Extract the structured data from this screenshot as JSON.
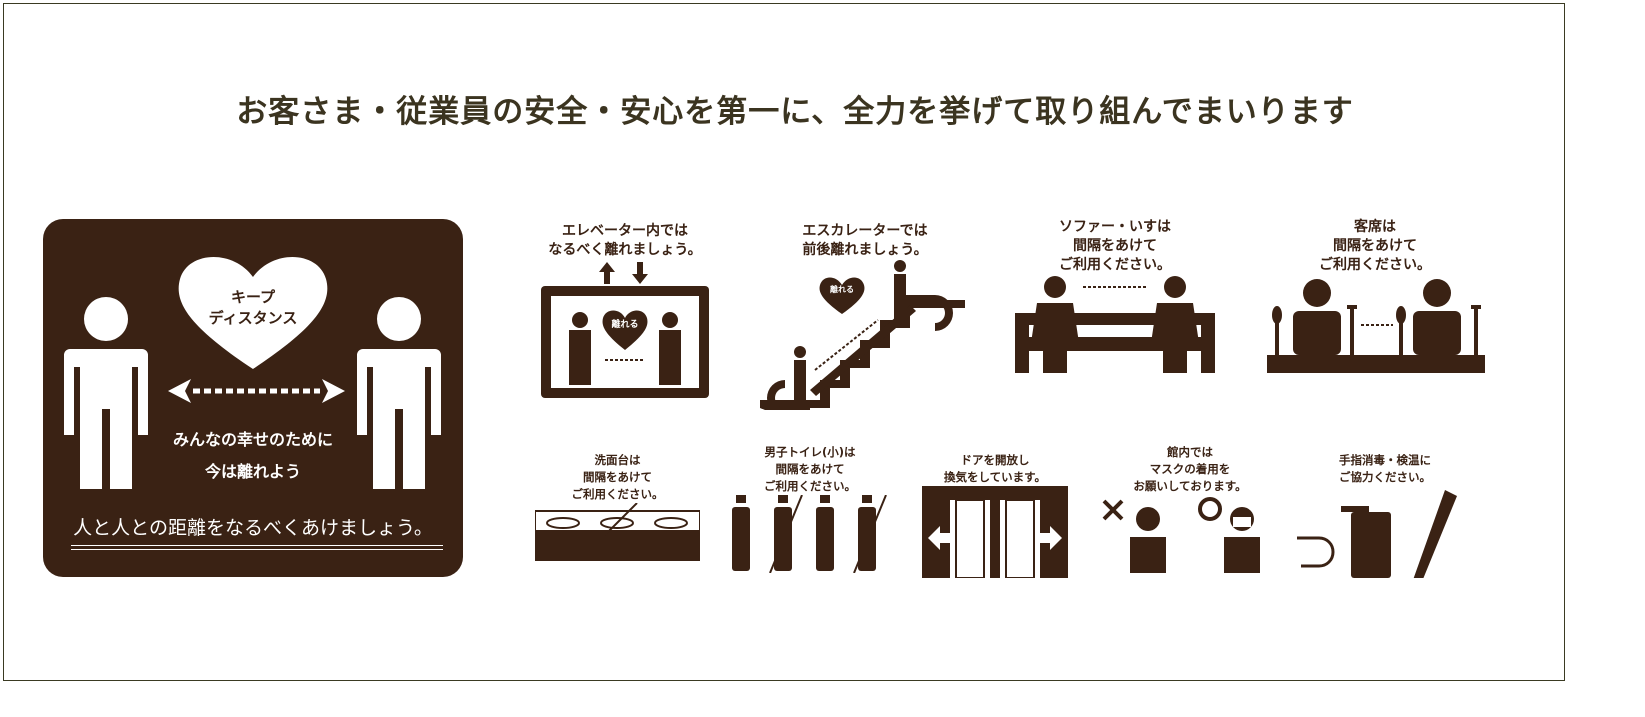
{
  "title": "お客さま・従業員の安全・安心を第一に、全力を挙げて取り組んでまいります",
  "colors": {
    "brown": "#3a2214",
    "title": "#3b3420"
  },
  "poster": {
    "heart_line1": "キープ",
    "heart_line2": "ディスタンス",
    "slogan_line1": "みんなの幸せのために",
    "slogan_line2": "今は離れよう",
    "footer": "人と人との距離をなるべくあけましょう。"
  },
  "top_row": [
    {
      "icon": "elevator-icon",
      "lines": [
        "エレベーター内では",
        "なるべく離れましょう。"
      ],
      "badge": "離れる"
    },
    {
      "icon": "escalator-icon",
      "lines": [
        "エスカレーターでは",
        "前後離れましょう。"
      ],
      "badge": "離れる"
    },
    {
      "icon": "sofa-icon",
      "lines": [
        "ソファー・いすは",
        "間隔をあけて",
        "ご利用ください。"
      ]
    },
    {
      "icon": "dining-table-icon",
      "lines": [
        "客席は",
        "間隔をあけて",
        "ご利用ください。"
      ]
    }
  ],
  "bottom_row": [
    {
      "icon": "washbasin-icon",
      "lines": [
        "洗面台は",
        "間隔をあけて",
        "ご利用ください。"
      ]
    },
    {
      "icon": "urinal-icon",
      "lines": [
        "男子トイレ(小)は",
        "間隔をあけて",
        "ご利用ください。"
      ]
    },
    {
      "icon": "open-door-icon",
      "lines": [
        "ドアを開放し",
        "換気をしています。"
      ]
    },
    {
      "icon": "mask-icon",
      "lines": [
        "館内では",
        "マスクの着用を",
        "お願いしております。"
      ]
    },
    {
      "icon": "sanitizer-thermometer-icon",
      "lines": [
        "手指消毒・検温に",
        "ご協力ください。"
      ]
    }
  ]
}
